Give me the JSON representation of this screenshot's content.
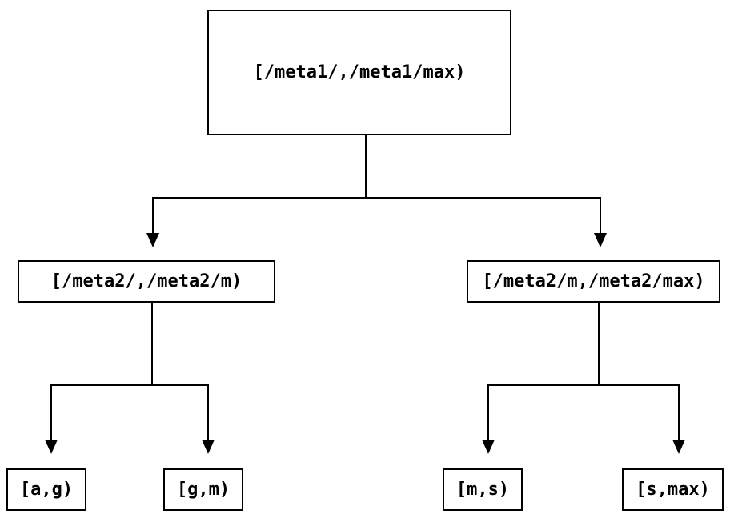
{
  "diagram": {
    "type": "tree",
    "background_color": "#ffffff",
    "line_color": "#000000",
    "nodes": {
      "root": {
        "label": "[/meta1/,/meta1/max)"
      },
      "left_child": {
        "label": "[/meta2/,/meta2/m)"
      },
      "right_child": {
        "label": "[/meta2/m,/meta2/max)"
      },
      "leaf_a_g": {
        "label": "[a,g)"
      },
      "leaf_g_m": {
        "label": "[g,m)"
      },
      "leaf_m_s": {
        "label": "[m,s)"
      },
      "leaf_s_max": {
        "label": "[s,max)"
      }
    },
    "edges": [
      {
        "from": "root",
        "to": "left_child"
      },
      {
        "from": "root",
        "to": "right_child"
      },
      {
        "from": "left_child",
        "to": "leaf_a_g"
      },
      {
        "from": "left_child",
        "to": "leaf_g_m"
      },
      {
        "from": "right_child",
        "to": "leaf_m_s"
      },
      {
        "from": "right_child",
        "to": "leaf_s_max"
      }
    ]
  }
}
